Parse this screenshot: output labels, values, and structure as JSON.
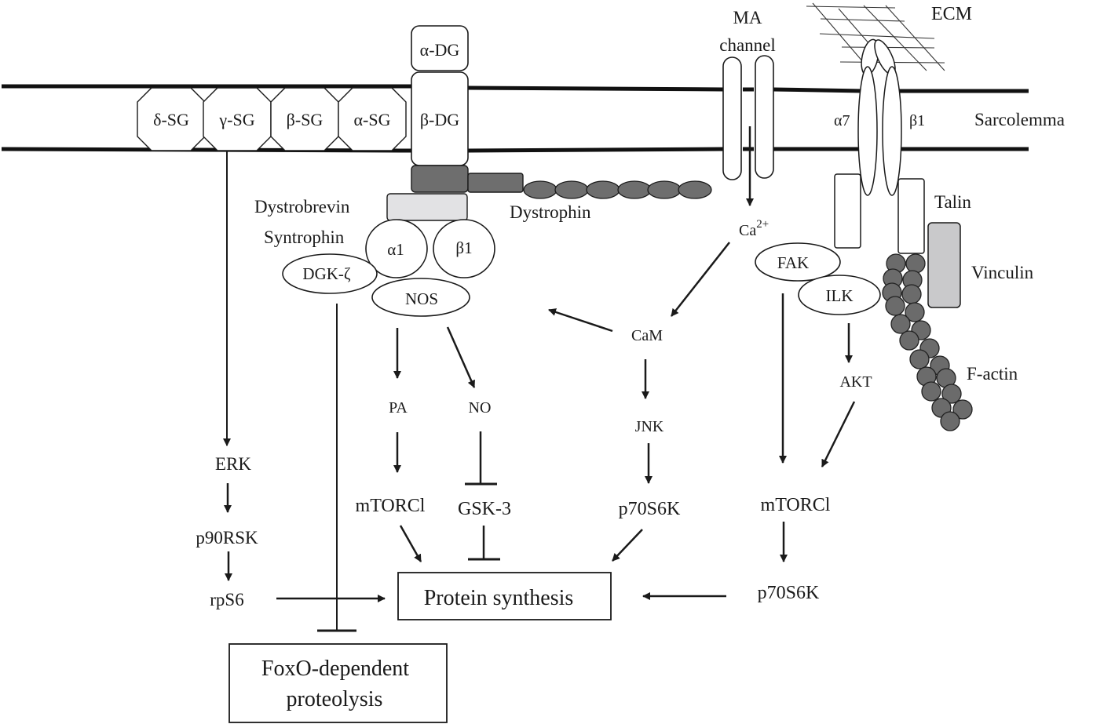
{
  "membrane": {
    "label": "Sarcolemma",
    "extracellular_label": "ECM"
  },
  "sarcoglycans": [
    "δ-SG",
    "γ-SG",
    "β-SG",
    "α-SG"
  ],
  "dystroglycan": {
    "alpha": "α-DG",
    "beta": "β-DG"
  },
  "dgc": {
    "dystrophin": "Dystrophin",
    "dystrobrevin": "Dystrobrevin",
    "syntrophin": "Syntrophin",
    "syntrophin_a1": "α1",
    "syntrophin_b1": "β1",
    "dgk": "DGK-ζ",
    "nos": "NOS"
  },
  "ma_channel": {
    "line1": "MA",
    "line2": "channel"
  },
  "calcium": {
    "base": "Ca",
    "sup": "2+"
  },
  "integrin": {
    "alpha": "α7",
    "beta": "β1",
    "talin": "Talin",
    "vinculin": "Vinculin",
    "factin": "F-actin",
    "fak": "FAK",
    "ilk": "ILK"
  },
  "pathway": {
    "erk": "ERK",
    "p90rsk": "p90RSK",
    "rps6": "rpS6",
    "pa": "PA",
    "no": "NO",
    "mtorc1_left": "mTORCl",
    "gsk3": "GSK-3",
    "cam": "CaM",
    "jnk": "JNK",
    "p70s6k_mid": "p70S6K",
    "akt": "AKT",
    "mtorc1_right": "mTORCl",
    "p70s6k_right": "p70S6K"
  },
  "outcomes": {
    "protein_synthesis": "Protein synthesis",
    "foxo_line1": "FoxO-dependent",
    "foxo_line2": "proteolysis"
  },
  "colors": {
    "dystrophin_dark": "#6e6e6e",
    "dystrobrevin_light": "#e2e2e4",
    "vinculin": "#c9c9cb",
    "factin": "#6b6b6b",
    "ink": "#1a1a1a"
  }
}
